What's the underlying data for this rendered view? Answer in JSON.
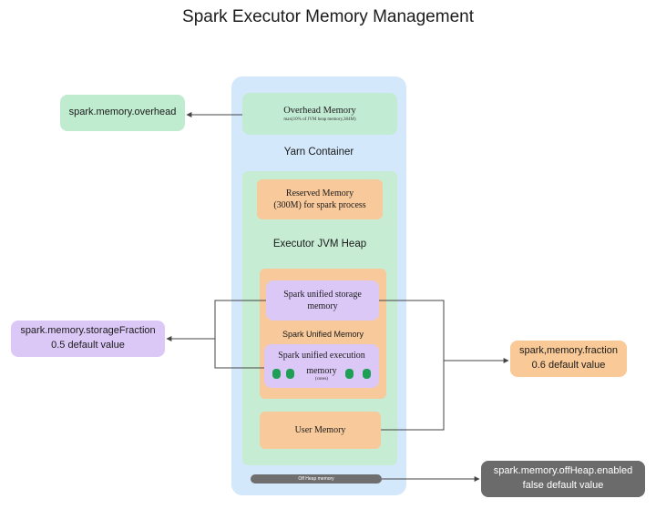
{
  "title": "Spark Executor Memory Management",
  "yarn_container": {
    "label": "Yarn Container",
    "overhead": {
      "label": "Overhead Memory",
      "note": "max(10% of JVM heap memory,384M)"
    },
    "executor_jvm_heap": {
      "label": "Executor JVM Heap",
      "reserved": {
        "line1": "Reserved Memory",
        "line2": "(300M) for spark process"
      },
      "unified": {
        "label": "Spark Unified Memory",
        "storage": {
          "line1": "Spark unified storage",
          "line2": "memory"
        },
        "execution": {
          "line1": "Spark unified execution",
          "line2": "memory",
          "note": "(cores)"
        }
      },
      "user": {
        "label": "User Memory"
      }
    },
    "off_heap": {
      "label": "Off Heap memory"
    }
  },
  "callouts": {
    "overhead": {
      "line1": "spark.memory.overhead"
    },
    "storage_fraction": {
      "line1": "spark.memory.storageFraction",
      "line2": "0.5 default value"
    },
    "fraction": {
      "line1": "spark,memory.fraction",
      "line2": "0.6 default value"
    },
    "offheap": {
      "line1": "spark.memory.offHeap.enabled",
      "line2": "false default value"
    }
  },
  "colors": {
    "container_blue": "#d3e8fb",
    "green": "#c6ecd4",
    "orange": "#f8c99b",
    "purple": "#dcc8f7",
    "gray": "#6b6b6b",
    "core_green": "#1f9e55"
  }
}
